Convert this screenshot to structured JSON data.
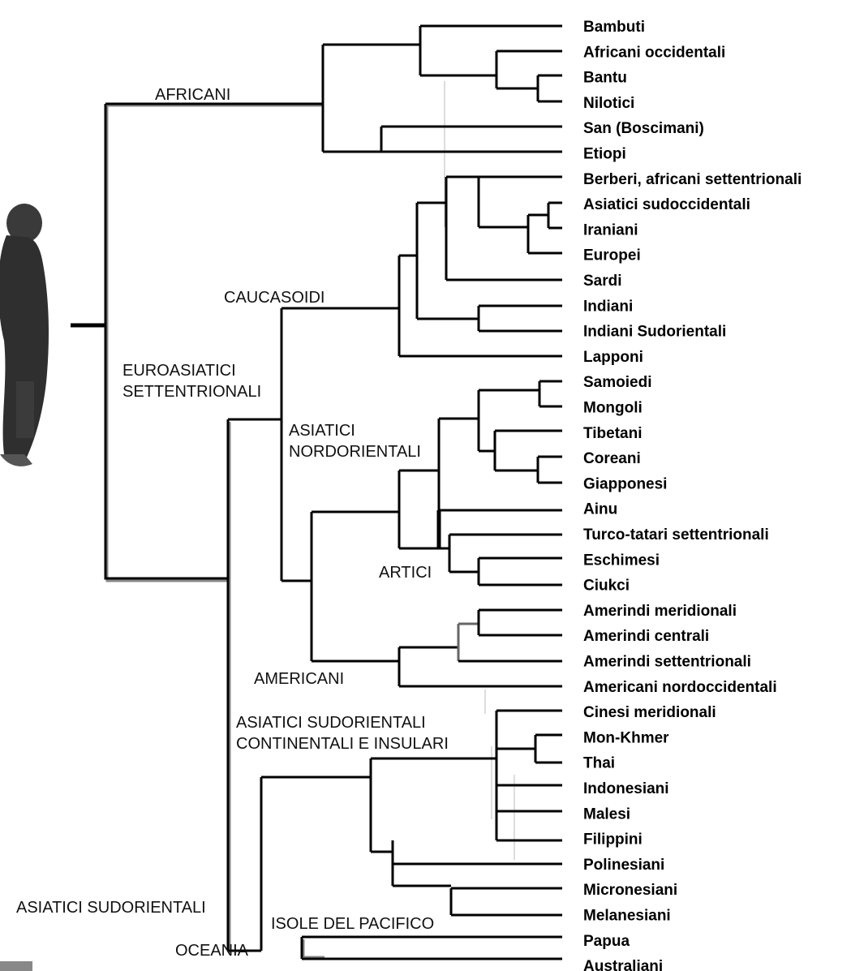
{
  "groups": {
    "africani": "AFRICANI",
    "caucasoidi": "CAUCASOIDI",
    "euroasiatici_1": "EUROASIATICI",
    "euroasiatici_2": "SETTENTRIONALI",
    "asiatici_nord_1": "ASIATICI",
    "asiatici_nord_2": "NORDORIENTALI",
    "artici": "ARTICI",
    "americani": "AMERICANI",
    "asiatici_sudor_cont_1": "ASIATICI SUDORIENTALI",
    "asiatici_sudor_cont_2": "CONTINENTALI E INSULARI",
    "asiatici_sudorientali": "ASIATICI SUDORIENTALI",
    "isole_pacifico": "ISOLE DEL PACIFICO",
    "oceania": "OCEANIA"
  },
  "leaves": [
    "Bambuti",
    "Africani occidentali",
    "Bantu",
    "Nilotici",
    "San (Boscimani)",
    "Etiopi",
    "Berberi, africani settentrionali",
    "Asiatici sudoccidentali",
    "Iraniani",
    "Europei",
    "Sardi",
    "Indiani",
    "Indiani Sudorientali",
    "Lapponi",
    "Samoiedi",
    "Mongoli",
    "Tibetani",
    "Coreani",
    "Giapponesi",
    "Ainu",
    "Turco-tatari settentrionali",
    "Eschimesi",
    "Ciukci",
    "Amerindi meridionali",
    "Amerindi centrali",
    "Amerindi settentrionali",
    "Americani nordoccidentali",
    "Cinesi meridionali",
    "Mon-Khmer",
    "Thai",
    "Indonesiani",
    "Malesi",
    "Filippini",
    "Polinesiani",
    "Micronesiani",
    "Melanesiani",
    "Papua",
    "Australiani"
  ]
}
